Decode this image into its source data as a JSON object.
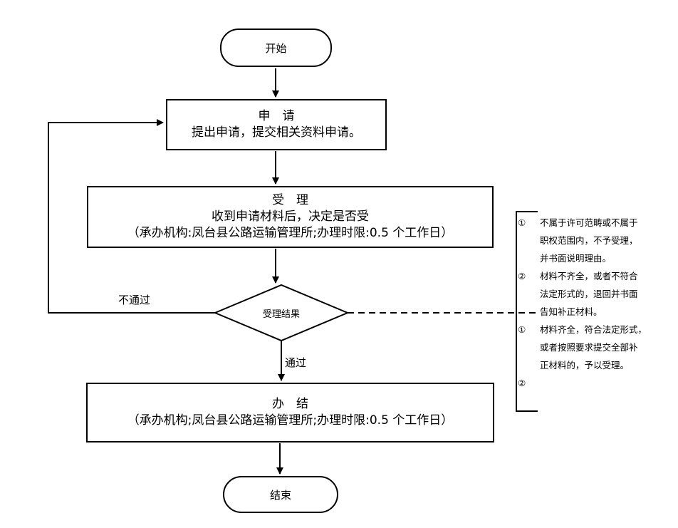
{
  "nodes": {
    "start": "开始",
    "apply": {
      "title": "申　请",
      "desc": "提出申请，提交相关资料申请。"
    },
    "accept": {
      "title": "受　理",
      "desc": "收到申请材料后，决定是否受",
      "note": "（承办机构:凤台县公路运输管理所;办理时限:0.5 个工作日）"
    },
    "decision": "受理结果",
    "finish": {
      "title": "办　结",
      "note": "（承办机构;凤台县公路运输管理所;办理时限:0.5 个工作日）"
    },
    "end": "结束"
  },
  "edges": {
    "reject": "不通过",
    "pass": "通过"
  },
  "annotation": {
    "items": [
      {
        "marker": "①",
        "lines": [
          "不属于许可范畴或不属于",
          "职权范围内，不予受理，",
          "并书面说明理由。"
        ]
      },
      {
        "marker": "②",
        "lines": [
          "材料不齐全，或者不符合",
          "法定形式的，退回并书面",
          "告知补正材料。"
        ]
      },
      {
        "marker": "①",
        "lines": [
          "材料齐全，符合法定形式，",
          "或者按照要求提交全部补",
          "正材料的，予以受理。"
        ]
      },
      {
        "marker": "②",
        "lines": []
      }
    ]
  }
}
